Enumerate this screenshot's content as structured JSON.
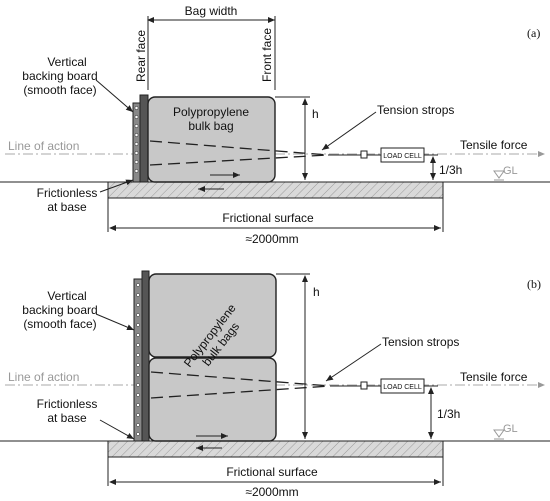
{
  "panel_a": {
    "label": "(a)",
    "bag_width": "Bag width",
    "rear_face": "Rear face",
    "front_face": "Front face",
    "backing_board_line1": "Vertical",
    "backing_board_line2": "backing board",
    "backing_board_line3": "(smooth face)",
    "bag_line1": "Polypropylene",
    "bag_line2": "bulk bag",
    "h": "h",
    "tension_strops": "Tension strops",
    "line_of_action": "Line of action",
    "tensile_force": "Tensile force",
    "load_cell": "LOAD CELL",
    "one_third_h": "1/3h",
    "gl": "GL",
    "frictionless_line1": "Frictionless",
    "frictionless_line2": "at base",
    "frictional_surface": "Frictional surface",
    "length": "≈2000mm"
  },
  "panel_b": {
    "label": "(b)",
    "backing_board_line1": "Vertical",
    "backing_board_line2": "backing board",
    "backing_board_line3": "(smooth face)",
    "bag_line1": "Polypropylene",
    "bag_line2": "bulk bags",
    "h": "h",
    "tension_strops": "Tension strops",
    "line_of_action": "Line of action",
    "tensile_force": "Tensile force",
    "load_cell": "LOAD CELL",
    "one_third_h": "1/3h",
    "gl": "GL",
    "frictionless_line1": "Frictionless",
    "frictionless_line2": "at base",
    "frictional_surface": "Frictional surface",
    "length": "≈2000mm"
  }
}
